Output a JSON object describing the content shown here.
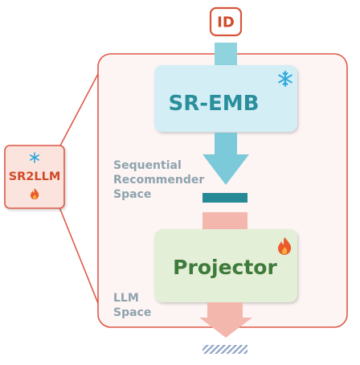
{
  "input_label": "ID",
  "encoder": {
    "label": "SR-EMB",
    "status_icon": "snowflake-icon"
  },
  "sequential_space_label": [
    "Sequential",
    "Recommender",
    "Space"
  ],
  "projector": {
    "label": "Projector",
    "status_icon": "flame-icon"
  },
  "llm_space_label": [
    "LLM",
    "Space"
  ],
  "module": {
    "label": "SR2LLM",
    "status_icons": [
      "snowflake-icon",
      "flame-icon"
    ]
  },
  "colors": {
    "id_border": "#d8553a",
    "id_text": "#d04a2a",
    "frame_border": "#de5848",
    "frame_fill": "#fdf4f4",
    "encoder_fill": "#d4eef6",
    "encoder_text": "#2a8f9c",
    "blue_arrow": "#7ccad9",
    "teal_bar": "#268a96",
    "pink_arrow": "#f4b7ae",
    "projector_fill": "#e4efd8",
    "projector_text": "#3e7b3a",
    "space_label": "#8ea3ad",
    "snowflake": "#30a9e0",
    "flame": "#ea5a2a",
    "output_hatch": "#8fa3c6"
  }
}
